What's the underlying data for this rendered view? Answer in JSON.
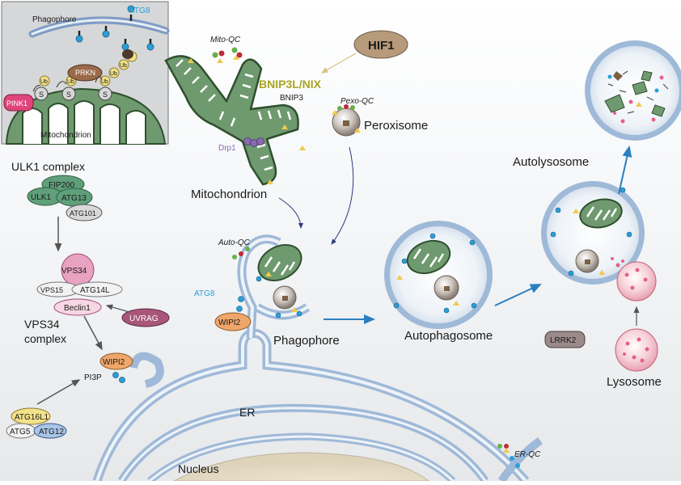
{
  "inset": {
    "phagophore": "Phagophore",
    "atg8": "ATG8",
    "pink1": "PINK1",
    "prkn": "PRKN",
    "ub": "Ub",
    "s": "S",
    "mitochondrion": "Mitochondrion"
  },
  "ulk1": {
    "title": "ULK1 complex",
    "fip200": "FIP200",
    "ulk1": "ULK1",
    "atg13": "ATG13",
    "atg101": "ATG101"
  },
  "vps34": {
    "vps34": "VPS34",
    "vps15": "VPS15",
    "atg14l": "ATG14L",
    "beclin1": "Beclin1",
    "uvrag": "UVRAG",
    "title_line1": "VPS34",
    "title_line2": "complex"
  },
  "pi3p": {
    "wipi2": "WIPI2",
    "pi3p": "PI3P"
  },
  "atg16": {
    "atg16l1": "ATG16L1",
    "atg5": "ATG5",
    "atg12": "ATG12"
  },
  "mito_qc": {
    "mito": "Mito",
    "qc": "-QC",
    "bnip3l": "BNIP3L/NIX",
    "bnip3": "BNIP3",
    "drp1": "Drp1",
    "mitochondrion": "Mitochondrion"
  },
  "hif1": "HIF1",
  "pexo": {
    "pexo": "Pexo",
    "qc": "-QC",
    "peroxisome": "Peroxisome"
  },
  "auto": {
    "auto": "Auto",
    "qc": "-QC",
    "atg8": "ATG8",
    "wipi2": "WIPI2",
    "phagophore": "Phagophore"
  },
  "stages": {
    "autophagosome": "Autophagosome",
    "autolysosome": "Autolysosome",
    "lrrk2": "LRRK2",
    "lysosome": "Lysosome"
  },
  "er": {
    "er": "ER",
    "nucleus": "Nucleus",
    "er_it": "ER",
    "qc": "-QC"
  },
  "colors": {
    "mito_fill": "#6f9a6f",
    "membrane": "#9fb9d8",
    "atg8_blue": "#2a9fd6",
    "bnip3l_olive": "#a8a422",
    "hif1_tan": "#b79a7a",
    "uvrag": "#a8567a",
    "wipi2": "#f0a66a",
    "vps34_pink": "#e08ab0",
    "arrow_blue": "#2a7fc0"
  }
}
